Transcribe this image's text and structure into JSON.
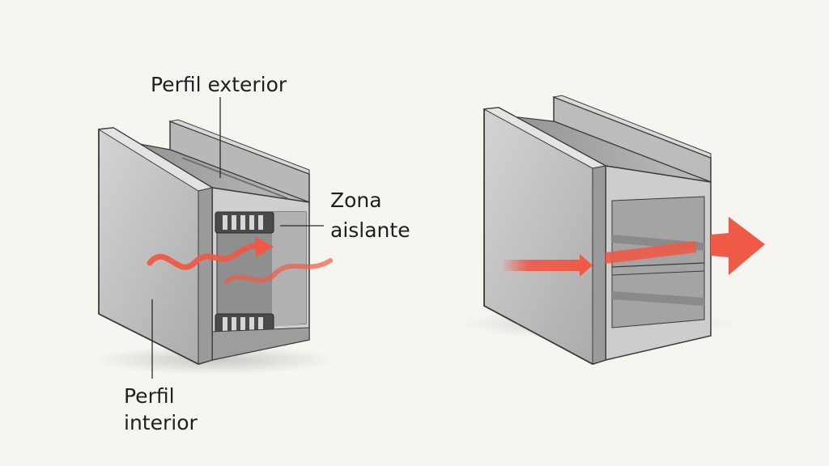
{
  "labels": {
    "outer_profile": "Perfil exterior",
    "insulation_zone_line1": "Zona",
    "insulation_zone_line2": "aislante",
    "inner_profile_line1": "Perfil",
    "inner_profile_line2": "interior"
  },
  "colors": {
    "background": "#f7f5f0",
    "aluminum_light": "#c9c9c9",
    "aluminum_mid": "#a8a8a8",
    "aluminum_dark": "#7e7e7e",
    "outline": "#3a3a3a",
    "insulation_strip": "#4a4a4a",
    "heat_arrow": "#ef5a47"
  }
}
